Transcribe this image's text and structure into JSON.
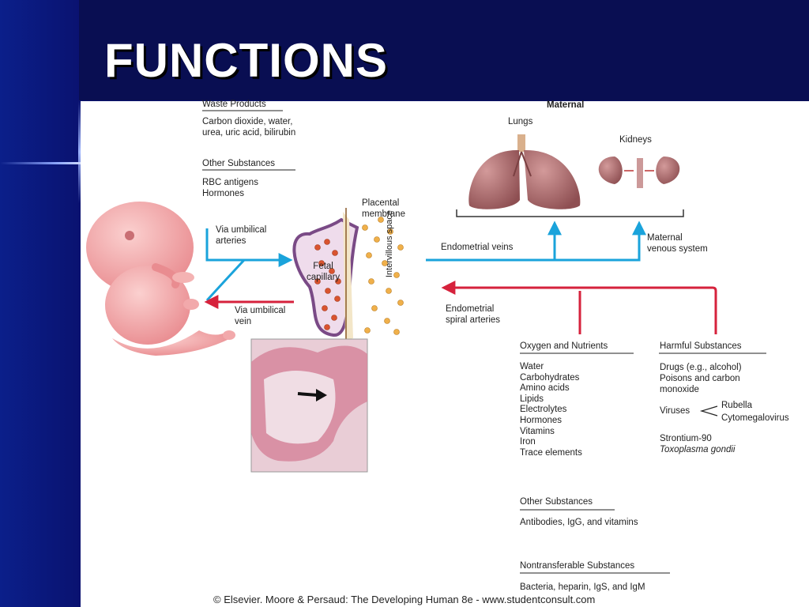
{
  "slide": {
    "title": "FUNCTIONS"
  },
  "diagram": {
    "maternal_heading": "Maternal",
    "lungs_label": "Lungs",
    "kidneys_label": "Kidneys",
    "waste": {
      "heading": "Waste Products",
      "lines": [
        "Carbon dioxide, water,",
        "urea, uric acid, bilirubin"
      ]
    },
    "other_top": {
      "heading": "Other Substances",
      "lines": [
        "RBC antigens",
        "Hormones"
      ]
    },
    "placental_membrane": [
      "Placental",
      "membrane"
    ],
    "via_arteries": [
      "Via umbilical",
      "arteries"
    ],
    "fetal_capillary": [
      "Fetal",
      "capillary"
    ],
    "intervillous_space": "Intervillous space",
    "endometrial_veins": "Endometrial veins",
    "maternal_venous": [
      "Maternal",
      "venous system"
    ],
    "via_vein": [
      "Via umbilical",
      "vein"
    ],
    "spiral_arteries": [
      "Endometrial",
      "spiral arteries"
    ],
    "oxygen": {
      "heading": "Oxygen and Nutrients",
      "items": [
        "Water",
        "Carbohydrates",
        "Amino acids",
        "Lipids",
        "Electrolytes",
        "Hormones",
        "Vitamins",
        "Iron",
        "Trace elements"
      ]
    },
    "harmful": {
      "heading": "Harmful Substances",
      "lines": [
        "Drugs (e.g., alcohol)",
        "Poisons and carbon",
        "monoxide"
      ],
      "viruses_label": "Viruses",
      "viruses": [
        "Rubella",
        "Cytomegalovirus"
      ],
      "strontium": "Strontium-90",
      "toxoplasma": "Toxoplasma gondii"
    },
    "other_bottom": {
      "heading": "Other Substances",
      "text": "Antibodies, IgG, and vitamins"
    },
    "nontransferable": {
      "heading": "Nontransferable Substances",
      "text": "Bacteria, heparin, IgS, and IgM"
    },
    "copyright": "© Elsevier. Moore & Persaud: The Developing Human 8e - www.studentconsult.com"
  },
  "colors": {
    "arrow_blue": "#1aa3db",
    "arrow_red": "#d6223c",
    "organ": "#b06a6c",
    "skin": "#f2a9ab"
  }
}
